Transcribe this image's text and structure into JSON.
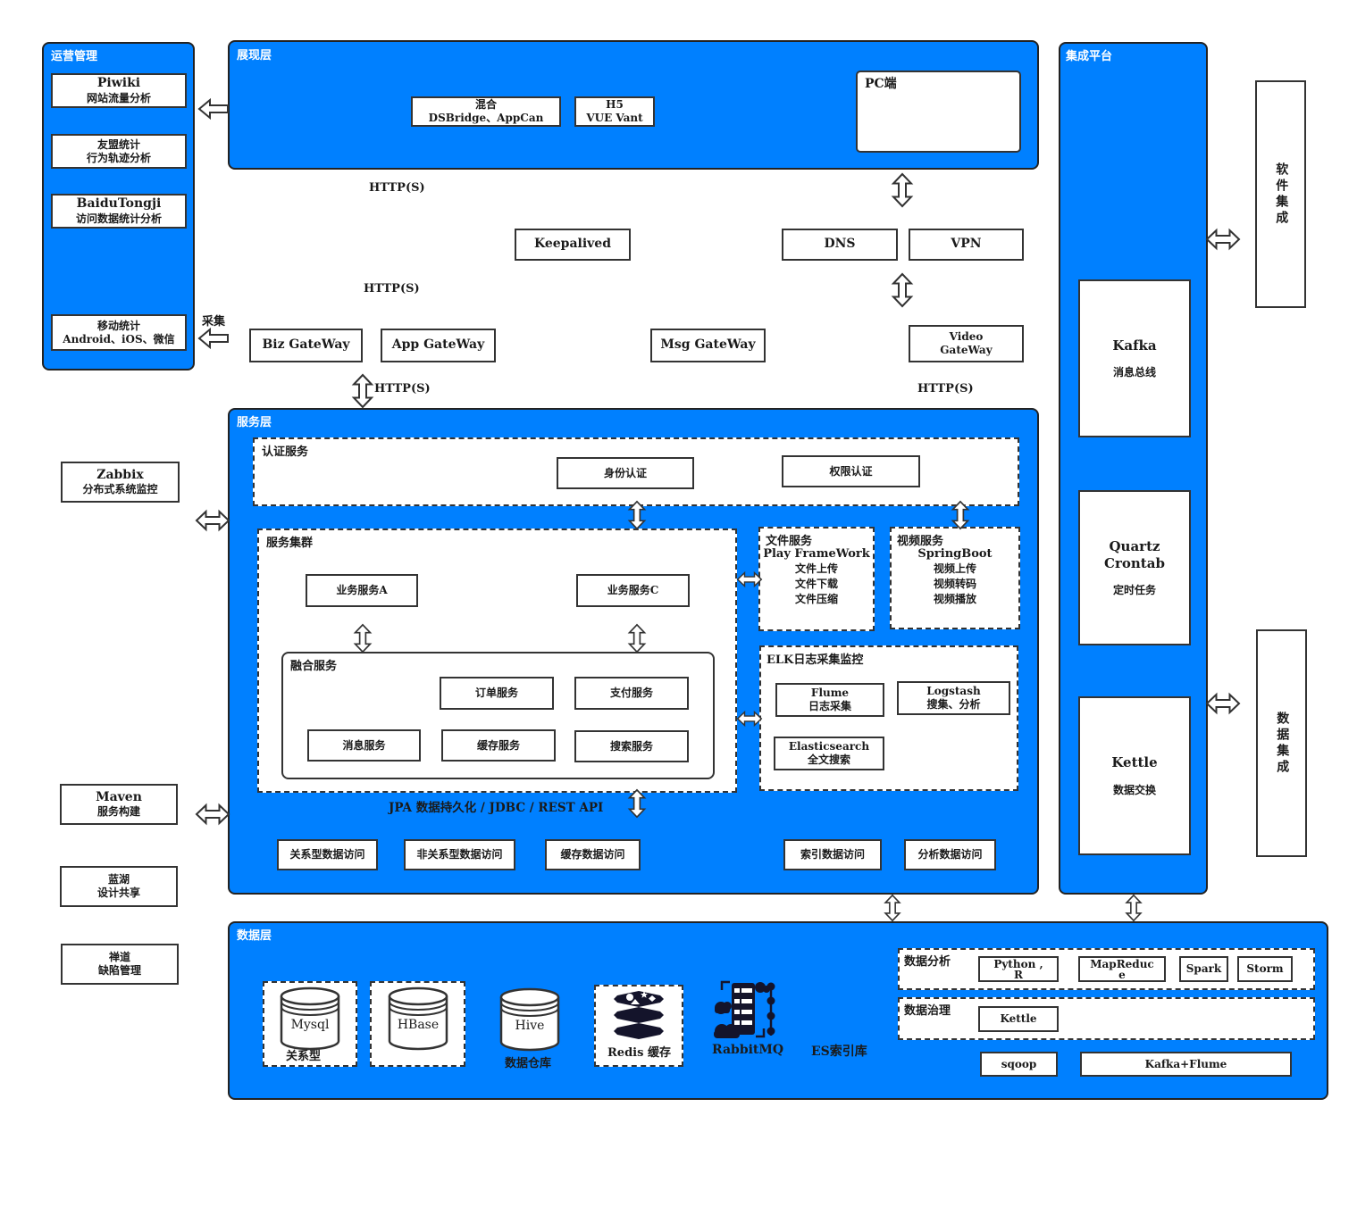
{
  "colors": {
    "panel_blue": "#0080FF",
    "border_dark": "#333333",
    "icon_dark": "#14142b"
  },
  "labels": {
    "http": "HTTP(S)",
    "caiji": "采集",
    "jpa": "JPA 数据持久化  /  JDBC   /  REST API"
  },
  "ops": {
    "label": "运营管理",
    "piwiki_title": "Piwiki",
    "piwiki_sub": "网站流量分析",
    "youmeng_title": "友盟统计",
    "youmeng_sub": "行为轨迹分析",
    "baidu_title": "BaiduTongji",
    "baidu_sub": "访问数据统计分析",
    "mobile_title": "移动统计",
    "mobile_sub": "Android、iOS、微信"
  },
  "presentation": {
    "label": "展现层",
    "hybrid_title": "混合",
    "hybrid_sub": "DSBridge、AppCan",
    "h5_title": "H5",
    "h5_sub": "VUE Vant",
    "pc_label": "PC端"
  },
  "network": {
    "keepalived": "Keepalived",
    "dns": "DNS",
    "vpn": "VPN",
    "biz": "Biz GateWay",
    "app": "App GateWay",
    "msg": "Msg GateWay",
    "video_l1": "Video",
    "video_l2": "GateWay"
  },
  "side_left": {
    "zabbix_title": "Zabbix",
    "zabbix_sub": "分布式系统监控",
    "maven_title": "Maven",
    "maven_sub": "服务构建",
    "lanhu_title": "蓝湖",
    "lanhu_sub": "设计共享",
    "zentao_title": "禅道",
    "zentao_sub": "缺陷管理"
  },
  "service": {
    "label": "服务层",
    "auth_label": "认证服务",
    "identity": "身份认证",
    "permission": "权限认证",
    "cluster_label": "服务集群",
    "svc_a": "业务服务A",
    "svc_c": "业务服务C",
    "fusion_label": "融合服务",
    "order": "订单服务",
    "pay": "支付服务",
    "msg": "消息服务",
    "cache": "缓存服务",
    "search": "搜索服务",
    "file_label": "文件服务",
    "file_title": "Play FrameWork",
    "file_lines": "文件上传\n文件下载\n文件压缩",
    "video_label": "视频服务",
    "video_title": "SpringBoot",
    "video_lines": "视频上传\n视频转码\n视频播放",
    "elk_label": "ELK日志采集监控",
    "flume_title": "Flume",
    "flume_sub": "日志采集",
    "logstash_title": "Logstash",
    "logstash_sub": "搜集、分析",
    "es_title": "Elasticsearch",
    "es_sub": "全文搜索",
    "access": [
      "关系型数据访问",
      "非关系型数据访问",
      "缓存数据访问",
      "索引数据访问",
      "分析数据访问"
    ]
  },
  "integration": {
    "label": "集成平台",
    "kafka_title": "Kafka",
    "kafka_sub": "消息总线",
    "quartz_l1": "Quartz",
    "quartz_l2": "Crontab",
    "quartz_sub": "定时任务",
    "kettle_title": "Kettle",
    "kettle_sub": "数据交换"
  },
  "side_right": {
    "software": "软件集成",
    "data": "数据集成"
  },
  "data_layer": {
    "label": "数据层",
    "mysql": "Mysql",
    "mysql_group": "关系型",
    "hbase": "HBase",
    "hive": "Hive",
    "hive_group": "数据仓库",
    "redis": "Redis 缓存",
    "rabbitmq": "RabbitMQ",
    "es": "ES索引库",
    "analysis_label": "数据分析",
    "python_r": "Python ,\nR",
    "mapreduce": "MapReduc\ne",
    "spark": "Spark",
    "storm": "Storm",
    "governance_label": "数据治理",
    "kettle": "Kettle",
    "sqoop": "sqoop",
    "kafka_flume": "Kafka+Flume"
  }
}
